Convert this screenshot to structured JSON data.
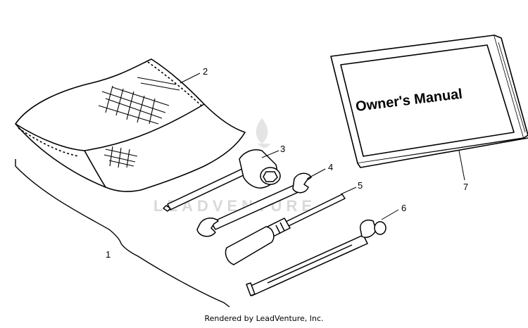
{
  "callouts": [
    "1",
    "2",
    "3",
    "4",
    "5",
    "6",
    "7"
  ],
  "manual": {
    "title": "Owner's Manual"
  },
  "watermark": {
    "text": "LEADVENTURE",
    "icon": "flame-icon"
  },
  "footer": {
    "text": "Rendered by LeadVenture, Inc."
  }
}
